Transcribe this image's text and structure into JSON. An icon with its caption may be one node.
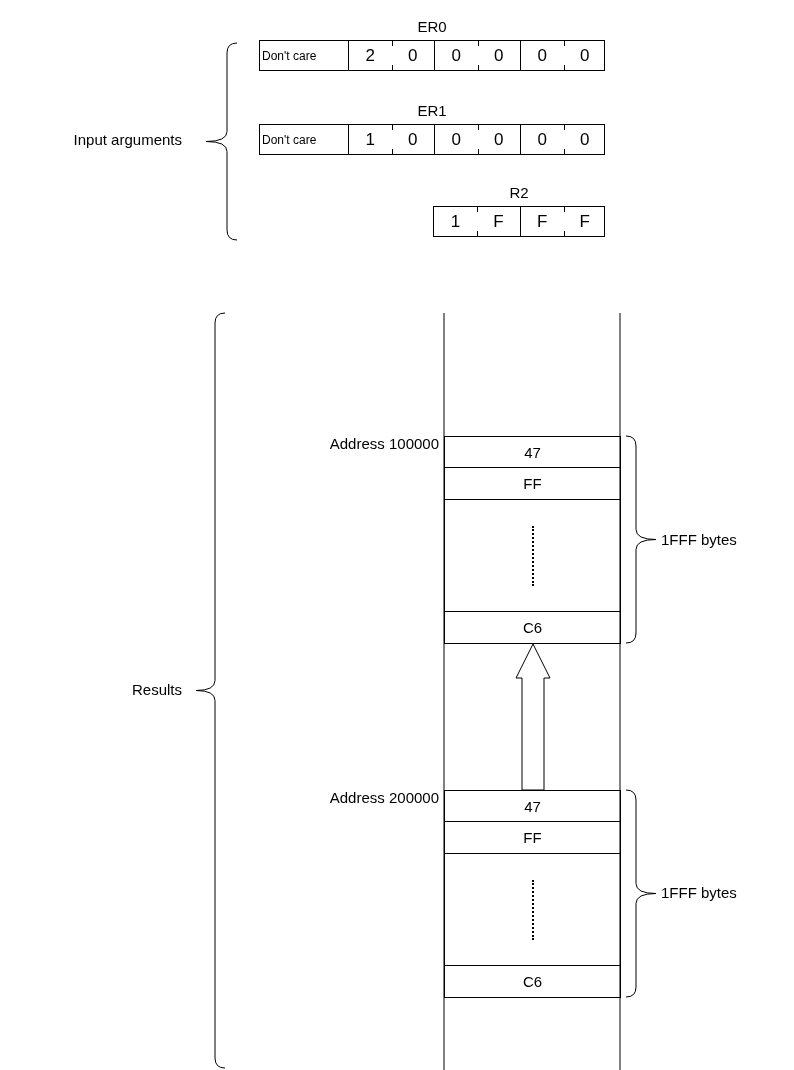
{
  "diagram": {
    "nodes": [
      {
        "text": [
          "ER0"
        ]
      },
      {
        "text": [
          "Don't care"
        ],
        "in": 0
      },
      {
        "text": [
          "2",
          "0"
        ],
        "in": 0
      },
      {
        "text": [
          "0",
          "0"
        ],
        "in": 0
      },
      {
        "text": [
          "0",
          "0"
        ],
        "in": 0
      },
      {
        "text": [
          "ER1"
        ]
      },
      {
        "text": [
          "Don't care"
        ],
        "in": 5
      },
      {
        "text": [
          "1",
          "0"
        ],
        "in": 5
      },
      {
        "text": [
          "0",
          "0"
        ],
        "in": 5
      },
      {
        "text": [
          "0",
          "0"
        ],
        "in": 5
      },
      {
        "text": [
          "R2"
        ]
      },
      {
        "text": [
          "1",
          "F"
        ],
        "in": 10
      },
      {
        "text": [
          "F",
          "F"
        ],
        "in": 10
      },
      {
        "text": [
          "47"
        ],
        "beside": [
          "Address 100000"
        ]
      },
      {
        "text": [
          "FF"
        ]
      },
      {
        "text": [],
        "shape": "box"
      },
      {
        "text": [
          "C6"
        ]
      },
      {
        "text": [
          "47"
        ],
        "beside": [
          "Address 200000"
        ]
      },
      {
        "text": [
          "FF"
        ]
      },
      {
        "text": [],
        "shape": "box"
      },
      {
        "text": [
          "C6"
        ]
      }
    ],
    "edges": [
      {
        "from": 17,
        "to": 16,
        "arrow": "to"
      }
    ],
    "labels": [
      "Input arguments",
      "Results",
      "1FFF bytes",
      "1FFF bytes"
    ]
  }
}
